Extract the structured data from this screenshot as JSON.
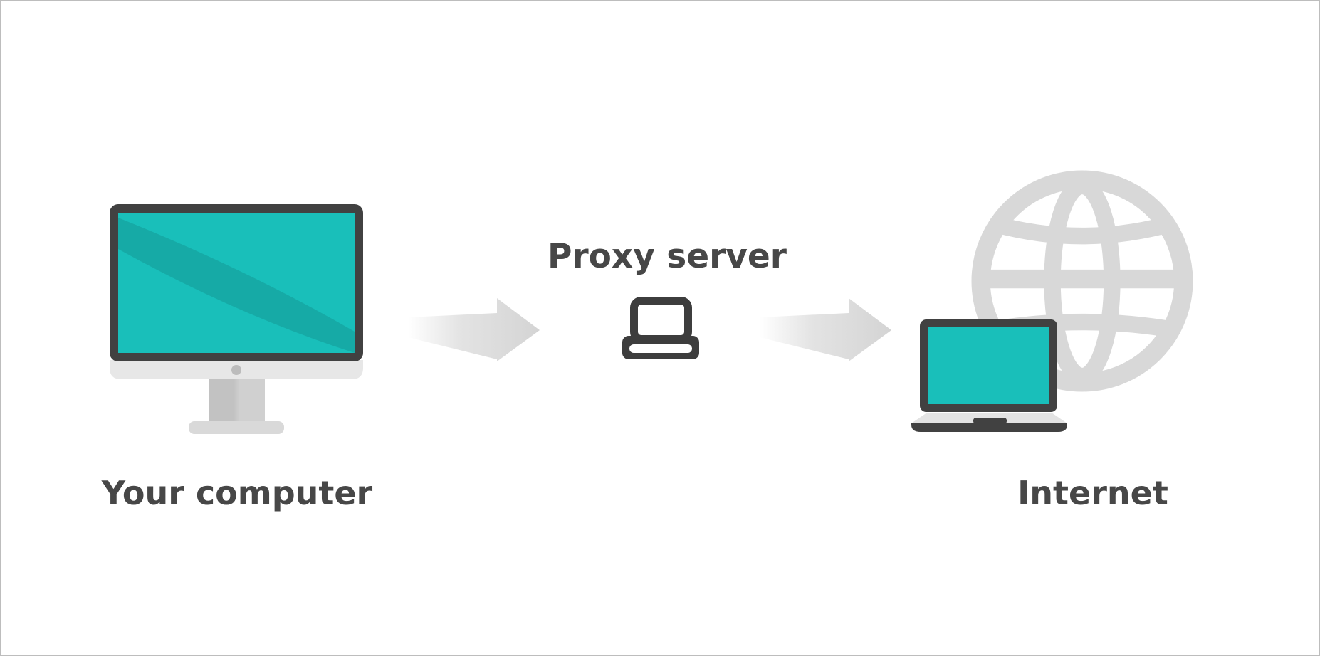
{
  "colors": {
    "background": "#ffffff",
    "page_border": "#bdbdbd",
    "teal": "#19bfba",
    "teal_dark": "#16aaa6",
    "frame_dark": "#414141",
    "icon_dark": "#3d3d3d",
    "chin_gray": "#e7e7e7",
    "stand_gray_1": "#c2c2c2",
    "stand_gray_2": "#d0d0d0",
    "base_gray": "#d9d9d9",
    "camera_gray": "#bcbcbc",
    "laptop_body_gray": "#e3e3e3",
    "arrow_gray": "#d4d4d4",
    "globe_gray": "#d8d8d8",
    "label_color": "#474747"
  },
  "nodes": {
    "computer": {
      "label": "Your computer",
      "icon": "desktop-computer-icon"
    },
    "proxy": {
      "label": "Proxy server",
      "icon": "laptop-outline-icon"
    },
    "internet": {
      "label": "Internet",
      "icon": "laptop-and-globe-icon"
    }
  },
  "flow": {
    "connection_1": {
      "from": "Your computer",
      "to": "Proxy server",
      "type": "right-arrow"
    },
    "connection_2": {
      "from": "Proxy server",
      "to": "Internet",
      "type": "right-arrow"
    }
  }
}
